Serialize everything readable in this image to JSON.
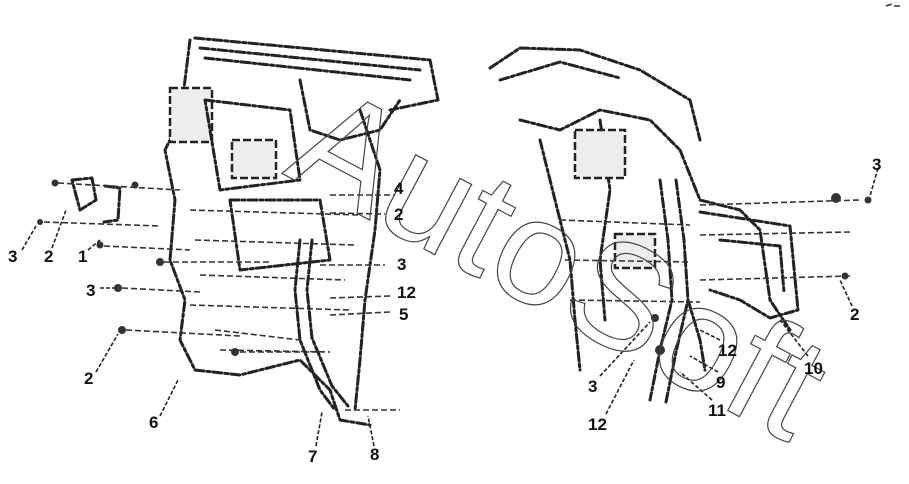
{
  "watermark": "AutoSoft",
  "callouts": [
    {
      "id": "3",
      "label": "3"
    },
    {
      "id": "2",
      "label": "2"
    },
    {
      "id": "1",
      "label": "1"
    },
    {
      "id": "3",
      "label": "3"
    },
    {
      "id": "2",
      "label": "2"
    },
    {
      "id": "6",
      "label": "6"
    },
    {
      "id": "7",
      "label": "7"
    },
    {
      "id": "8",
      "label": "8"
    },
    {
      "id": "4",
      "label": "4"
    },
    {
      "id": "2",
      "label": "2"
    },
    {
      "id": "3",
      "label": "3"
    },
    {
      "id": "12",
      "label": "12"
    },
    {
      "id": "5",
      "label": "5"
    },
    {
      "id": "3",
      "label": "3"
    },
    {
      "id": "2",
      "label": "2"
    },
    {
      "id": "10",
      "label": "10"
    },
    {
      "id": "12",
      "label": "12"
    },
    {
      "id": "9",
      "label": "9"
    },
    {
      "id": "11",
      "label": "11"
    },
    {
      "id": "3",
      "label": "3"
    },
    {
      "id": "12",
      "label": "12"
    }
  ]
}
